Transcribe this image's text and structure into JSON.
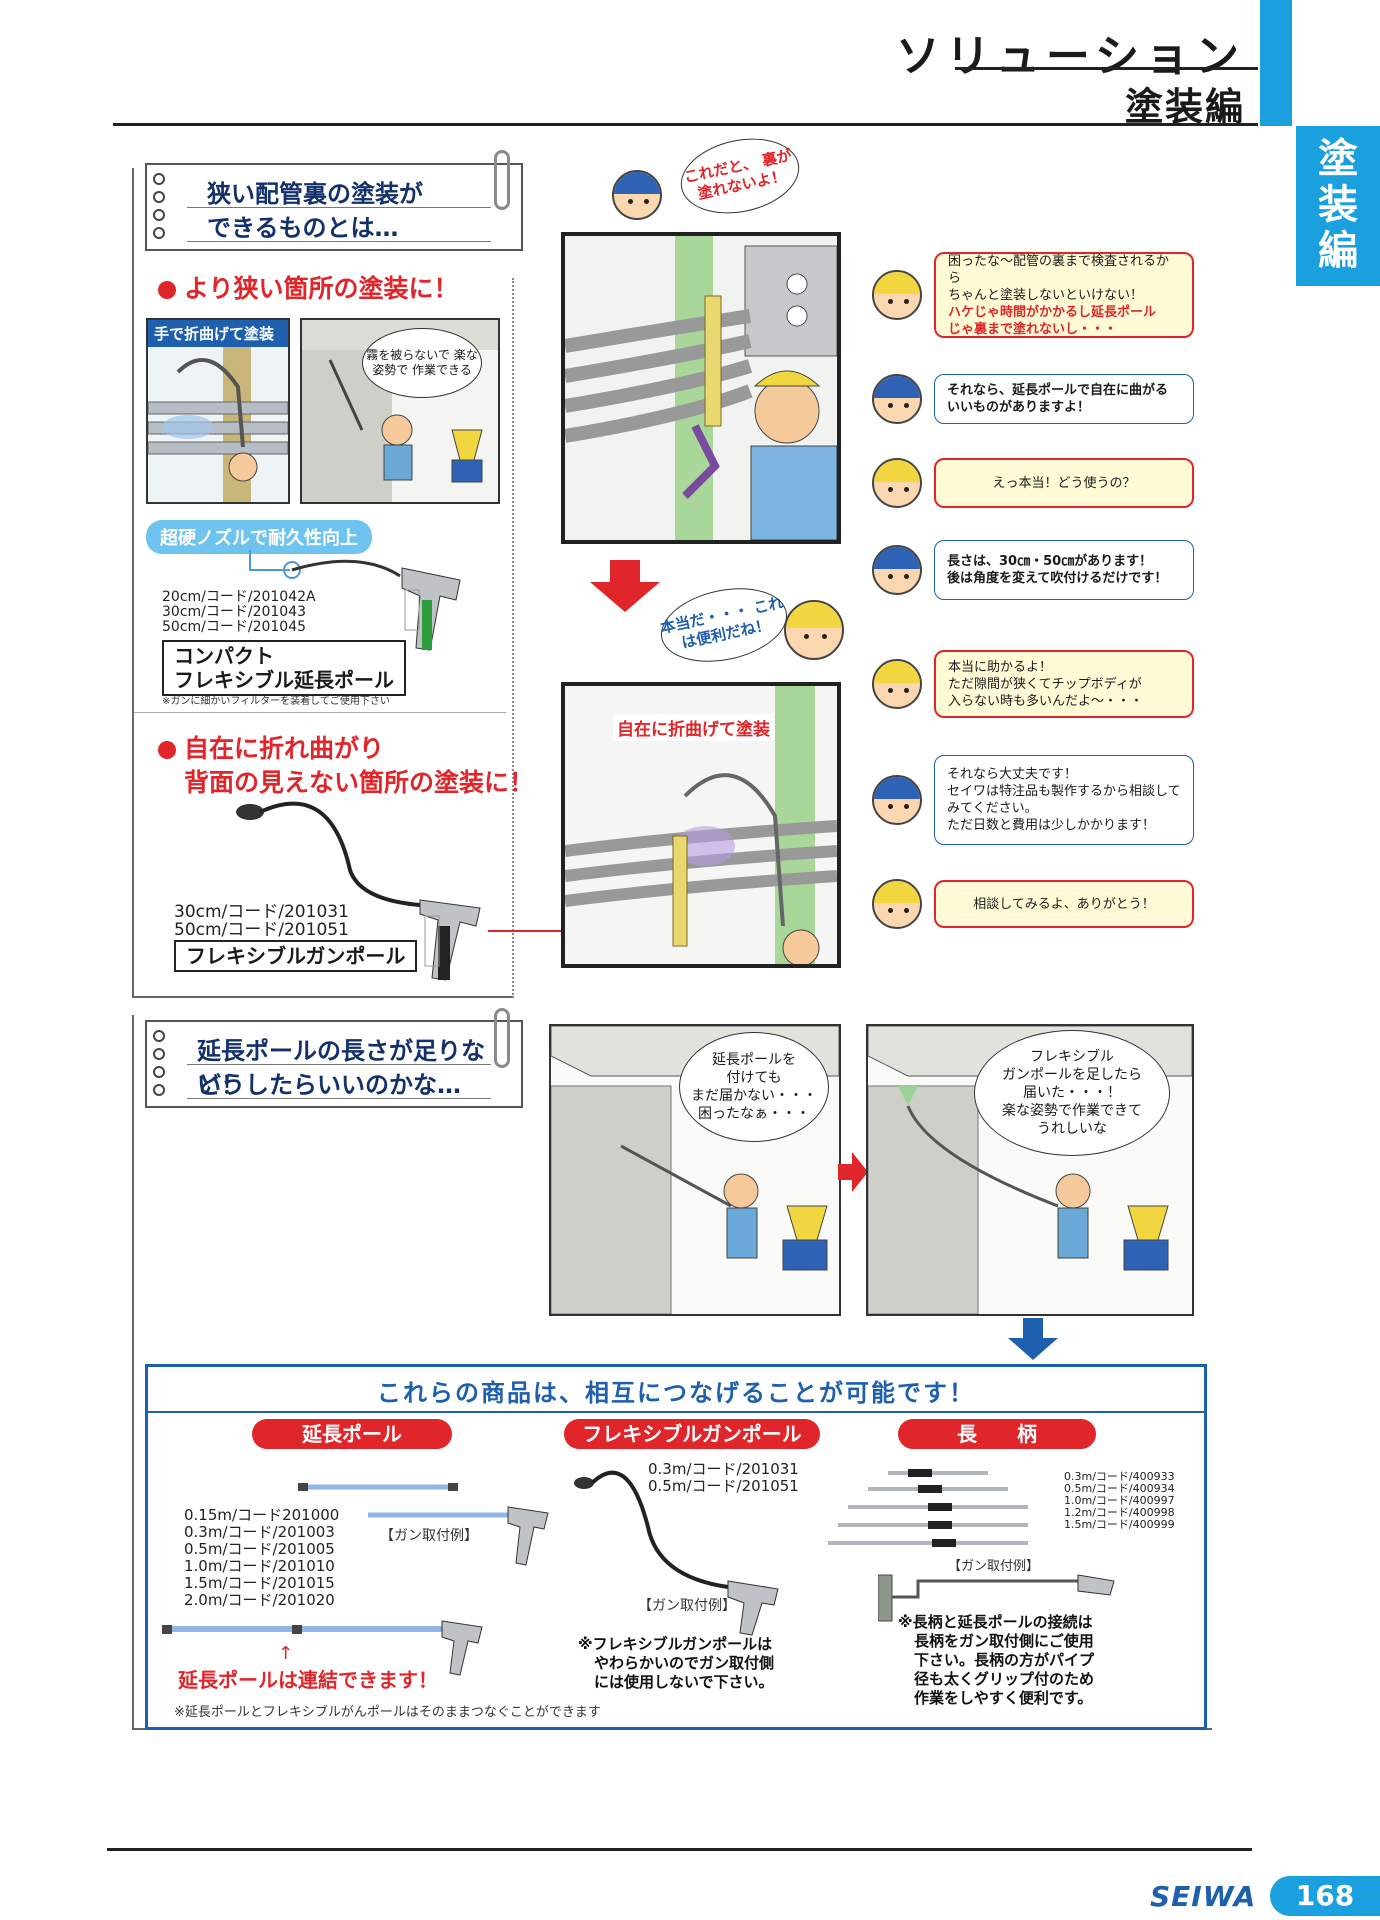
{
  "header": {
    "title": "ソリューション",
    "subtitle": "塗装編",
    "side_tab": "塗\n装\n編"
  },
  "section1": {
    "note_line1": "狭い配管裏の塗装が",
    "note_line2": "できるものとは…",
    "head1": "より狭い箇所の塗装に！",
    "illus1_label": "手で折曲げて塗装",
    "illus2_speech": "霧を被らないで 楽な姿勢で 作業できる",
    "nozzle_pill": "超硬ノズルで耐久性向上",
    "compact_specs": [
      "20cm/コード/201042A",
      "30cm/コード/201043",
      "50cm/コード/201045"
    ],
    "compact_name1": "コンパクト",
    "compact_name2": "フレキシブル延長ポール",
    "compact_note": "※ガンに細かいフィルターを装着してご使用下さい",
    "head2_line1": "自在に折れ曲がり",
    "head2_line2": "背面の見えない箇所の塗装に！",
    "flex_specs": [
      "30cm/コード/201031",
      "50cm/コード/201051"
    ],
    "flex_name": "フレキシブルガンポール",
    "top_speech": "これだと、 裏が塗れないよ！",
    "mid_speech": "本当だ・・・ これは便利だね！",
    "illus_bottom_label": "自在に折曲げて塗装"
  },
  "dialogue": [
    {
      "who": "yellow",
      "lines": [
        "困ったな〜配管の裏まで検査されるから",
        "ちゃんと塗装しないといけない！"
      ],
      "red": [
        "ハケじゃ時間がかかるし延長ポール",
        "じゃ裏まで塗れないし・・・"
      ]
    },
    {
      "who": "blue",
      "lines": [
        "それなら、延長ポールで自在に曲がる",
        "いいものがありますよ！"
      ]
    },
    {
      "who": "yellow",
      "lines": [
        "えっ本当！どう使うの？"
      ]
    },
    {
      "who": "blue",
      "lines": [
        "長さは、30㎝・50㎝があります！",
        "後は角度を変えて吹付けるだけです！"
      ]
    },
    {
      "who": "yellow",
      "lines": [
        "本当に助かるよ！",
        "ただ隙間が狭くてチップボディが",
        "入らない時も多いんだよ〜・・・"
      ]
    },
    {
      "who": "blue",
      "lines": [
        "それなら大丈夫です！",
        "セイワは特注品も製作するから相談して",
        "みてください。",
        "ただ日数と費用は少しかかります！"
      ]
    },
    {
      "who": "yellow",
      "lines": [
        "相談してみるよ、ありがとう！"
      ]
    }
  ],
  "section2": {
    "note_line1": "延長ポールの長さが足りない！",
    "note_line2": "どうしたらいいのかな…",
    "speech_left": [
      "延長ポールを",
      "付けても",
      "まだ届かない・・・",
      "困ったなぁ・・・"
    ],
    "speech_right": [
      "フレキシブル",
      "ガンポールを足したら",
      "届いた・・・！",
      "楽な姿勢で作業できて",
      "うれしいな"
    ]
  },
  "bottom": {
    "title": "これらの商品は、相互につなげることが可能です！",
    "col1_pill": "延長ポール",
    "col1_specs": [
      "0.15m/コード201000",
      "0.3m/コード/201003",
      "0.5m/コード/201005",
      "1.0m/コード/201010",
      "1.5m/コード/201015",
      "2.0m/コード/201020"
    ],
    "col1_example": "【ガン取付例】",
    "col1_connect": "延長ポールは連結できます！",
    "col1_arrow": "↑",
    "col1_footnote": "※延長ポールとフレキシブルがんポールはそのままつなぐことができます",
    "col2_pill": "フレキシブルガンポール",
    "col2_specs": [
      "0.3m/コード/201031",
      "0.5m/コード/201051"
    ],
    "col2_example": "【ガン取付例】",
    "col2_note": [
      "※フレキシブルガンポールは",
      "やわらかいのでガン取付側",
      "には使用しないで下さい。"
    ],
    "col3_pill": "長　　柄",
    "col3_specs": [
      "0.3m/コード/400933",
      "0.5m/コード/400934",
      "1.0m/コード/400997",
      "1.2m/コード/400998",
      "1.5m/コード/400999"
    ],
    "col3_example": "【ガン取付例】",
    "col3_note": [
      "※長柄と延長ポールの接続は",
      "長柄をガン取付側にご使用",
      "下さい。長柄の方がパイプ",
      "径も太くグリップ付のため",
      "作業をしやすく便利です。"
    ]
  },
  "footer": {
    "brand": "SEIWA",
    "page": "168"
  },
  "colors": {
    "accent_blue": "#1aa0de",
    "red": "#e0262a",
    "navy": "#1e5fae"
  }
}
